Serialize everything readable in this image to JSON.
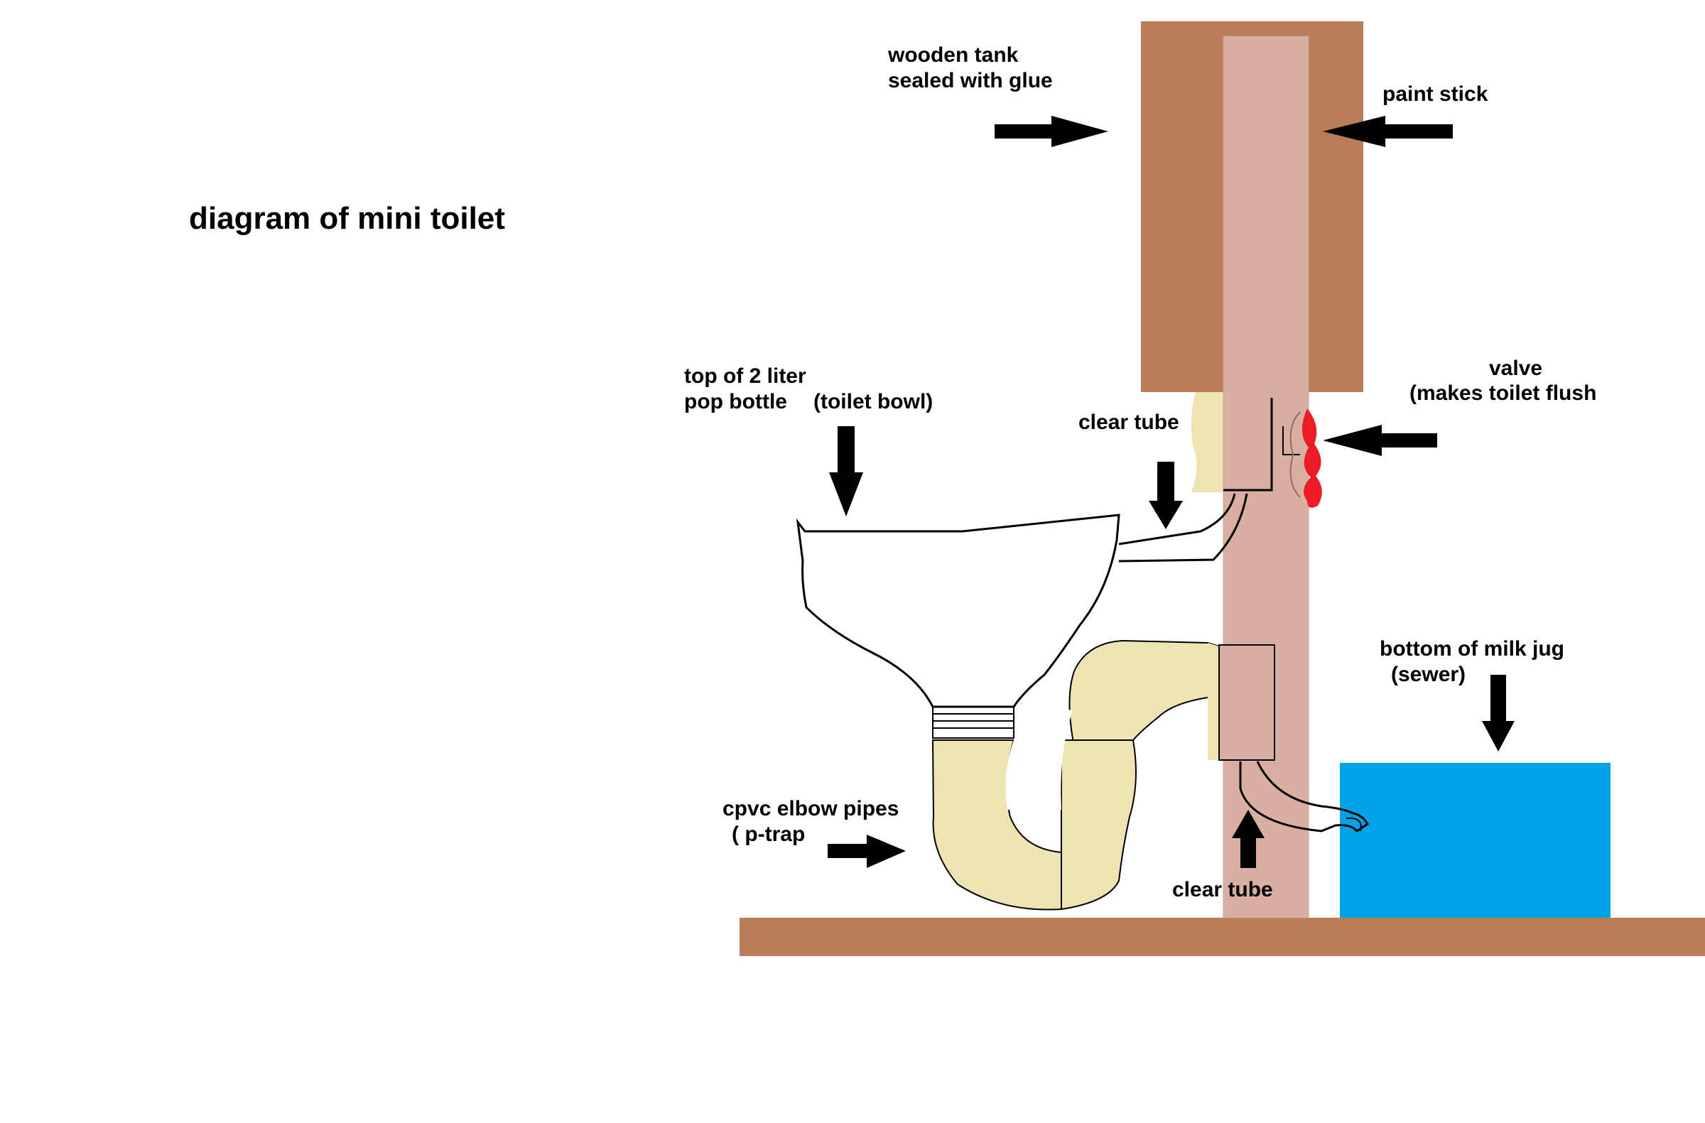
{
  "title": "diagram of mini toilet",
  "labels": {
    "tank_line1": "wooden tank",
    "tank_line2": "sealed with glue",
    "paint_stick": "paint stick",
    "valve_line1": "valve",
    "valve_line2": "(makes toilet flush",
    "bottle_line1": "top of 2 liter",
    "bottle_line2": "pop bottle",
    "bottle_line2b": "(toilet bowl)",
    "clear_tube_top": "clear tube",
    "clear_tube_bottom": "clear tube",
    "milk_line1": "bottom of milk jug",
    "milk_line2": "(sewer)",
    "cpvc_line1": "cpvc elbow pipes",
    "cpvc_line2": "( p-trap"
  },
  "colors": {
    "wood": "#b97d57",
    "stick": "#d9afa3",
    "pipe": "#efe3b3",
    "sewer": "#00a2e8",
    "valve": "#ed1c24"
  }
}
